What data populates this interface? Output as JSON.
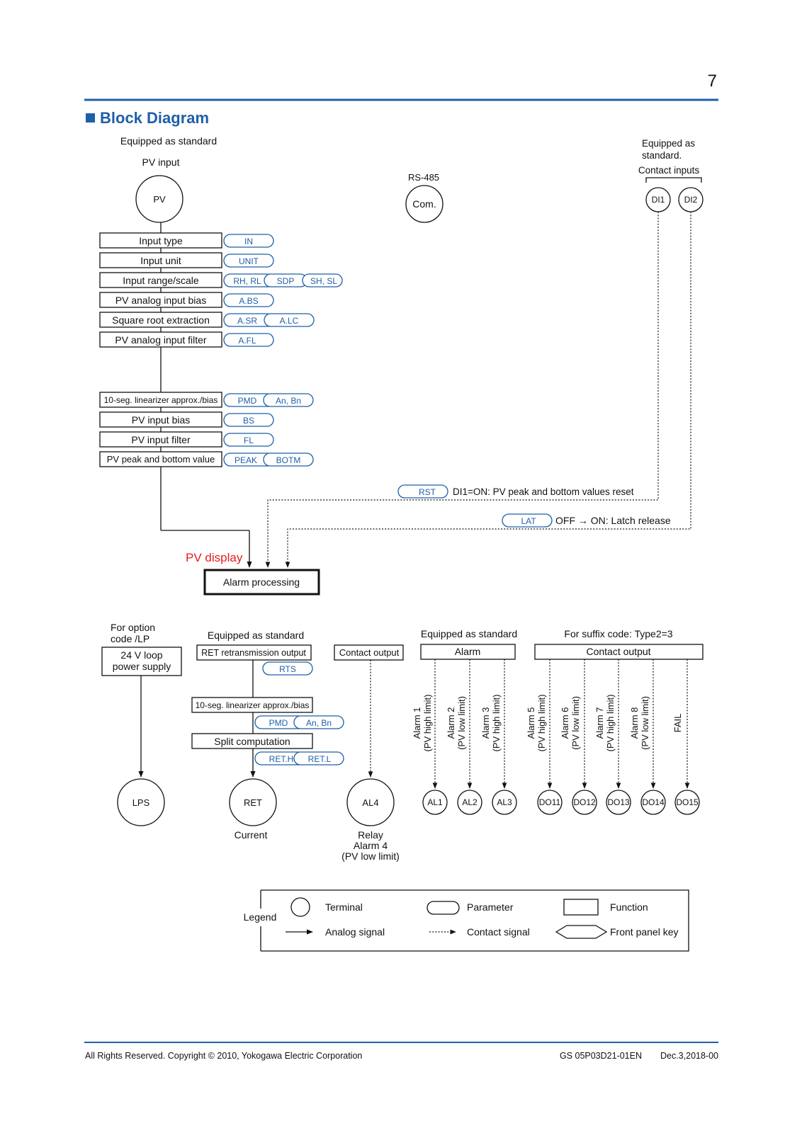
{
  "page_number": "7",
  "section": {
    "title": "Block Diagram",
    "bullet_color": "#1f5fa8"
  },
  "colors": {
    "heading": "#1f5fa8",
    "parameter": "#1f5fa8",
    "pv_display": "#e02020"
  },
  "labels": {
    "equipped_std_1": "Equipped as standard",
    "pv_input": "PV input",
    "rs485": "RS-485",
    "equipped_std_top_line1": "Equipped as",
    "equipped_std_top_line2": "standard.",
    "contact_inputs": "Contact inputs",
    "pv_display": "PV display",
    "rst_note": "DI1=ON: PV peak and bottom values reset",
    "lat_note": "OFF → ON: Latch release",
    "for_option_line1": "For option",
    "for_option_line2": "code /LP",
    "equipped_std_ret": "Equipped as standard",
    "equipped_std_alarm": "Equipped as standard",
    "suffix_code": "For suffix code: Type2=3",
    "current": "Current",
    "relay_line1": "Relay",
    "relay_line2": "Alarm 4",
    "relay_line3": "(PV low limit)"
  },
  "terminals": {
    "pv": "PV",
    "com": "Com.",
    "di1": "DI1",
    "di2": "DI2",
    "lps": "LPS",
    "ret": "RET",
    "al4": "AL4",
    "al1": "AL1",
    "al2": "AL2",
    "al3": "AL3",
    "do11": "DO11",
    "do12": "DO12",
    "do13": "DO13",
    "do14": "DO14",
    "do15": "DO15"
  },
  "pv_chain": [
    {
      "function": "Input type",
      "params": [
        "IN"
      ]
    },
    {
      "function": "Input unit",
      "params": [
        "UNIT"
      ]
    },
    {
      "function": "Input range/scale",
      "params": [
        "RH, RL",
        "SDP",
        "SH, SL"
      ]
    },
    {
      "function": "PV analog input bias",
      "params": [
        "A.BS"
      ]
    },
    {
      "function": "Square root extraction",
      "params": [
        "A.SR",
        "A.LC"
      ]
    },
    {
      "function": "PV analog input filter",
      "params": [
        "A.FL"
      ]
    },
    {
      "function": "10-seg. linearizer approx./bias",
      "params": [
        "PMD",
        "An, Bn"
      ]
    },
    {
      "function": "PV input bias",
      "params": [
        "BS"
      ]
    },
    {
      "function": "PV input filter",
      "params": [
        "FL"
      ]
    },
    {
      "function": "PV peak and bottom value",
      "params": [
        "PEAK",
        "BOTM"
      ]
    }
  ],
  "params_misc": {
    "rst": "RST",
    "lat": "LAT",
    "rts": "RTS",
    "pmd": "PMD",
    "anbn": "An, Bn",
    "reth": "RET.H",
    "retl": "RET.L"
  },
  "functions": {
    "alarm_processing": "Alarm processing",
    "lps_line1": "24 V loop",
    "lps_line2": "power supply",
    "ret_output": "RET retransmission output",
    "ret_linearizer": "10-seg. linearizer approx./bias",
    "split": "Split computation",
    "contact_output_al4": "Contact output",
    "alarm": "Alarm",
    "contact_output_do": "Contact output"
  },
  "alarm_outputs": [
    {
      "line1": "Alarm 1",
      "line2": "(PV high limit)"
    },
    {
      "line1": "Alarm 2",
      "line2": "(PV low limit)"
    },
    {
      "line1": "Alarm 3",
      "line2": "(PV high limit)"
    }
  ],
  "do_outputs": [
    {
      "line1": "Alarm 5",
      "line2": "(PV high limit)"
    },
    {
      "line1": "Alarm 6",
      "line2": "(PV low limit)"
    },
    {
      "line1": "Alarm 7",
      "line2": "(PV high limit)"
    },
    {
      "line1": "Alarm 8",
      "line2": "(PV low limit)"
    },
    {
      "line1": "FAIL",
      "line2": ""
    }
  ],
  "legend": {
    "title": "Legend",
    "terminal": "Terminal",
    "parameter": "Parameter",
    "function": "Function",
    "analog": "Analog signal",
    "contact": "Contact signal",
    "front_key": "Front panel key"
  },
  "footer": {
    "copyright": "All Rights Reserved. Copyright © 2010, Yokogawa Electric Corporation",
    "doc_id": "GS 05P03D21-01EN",
    "date": "Dec.3,2018-00"
  }
}
